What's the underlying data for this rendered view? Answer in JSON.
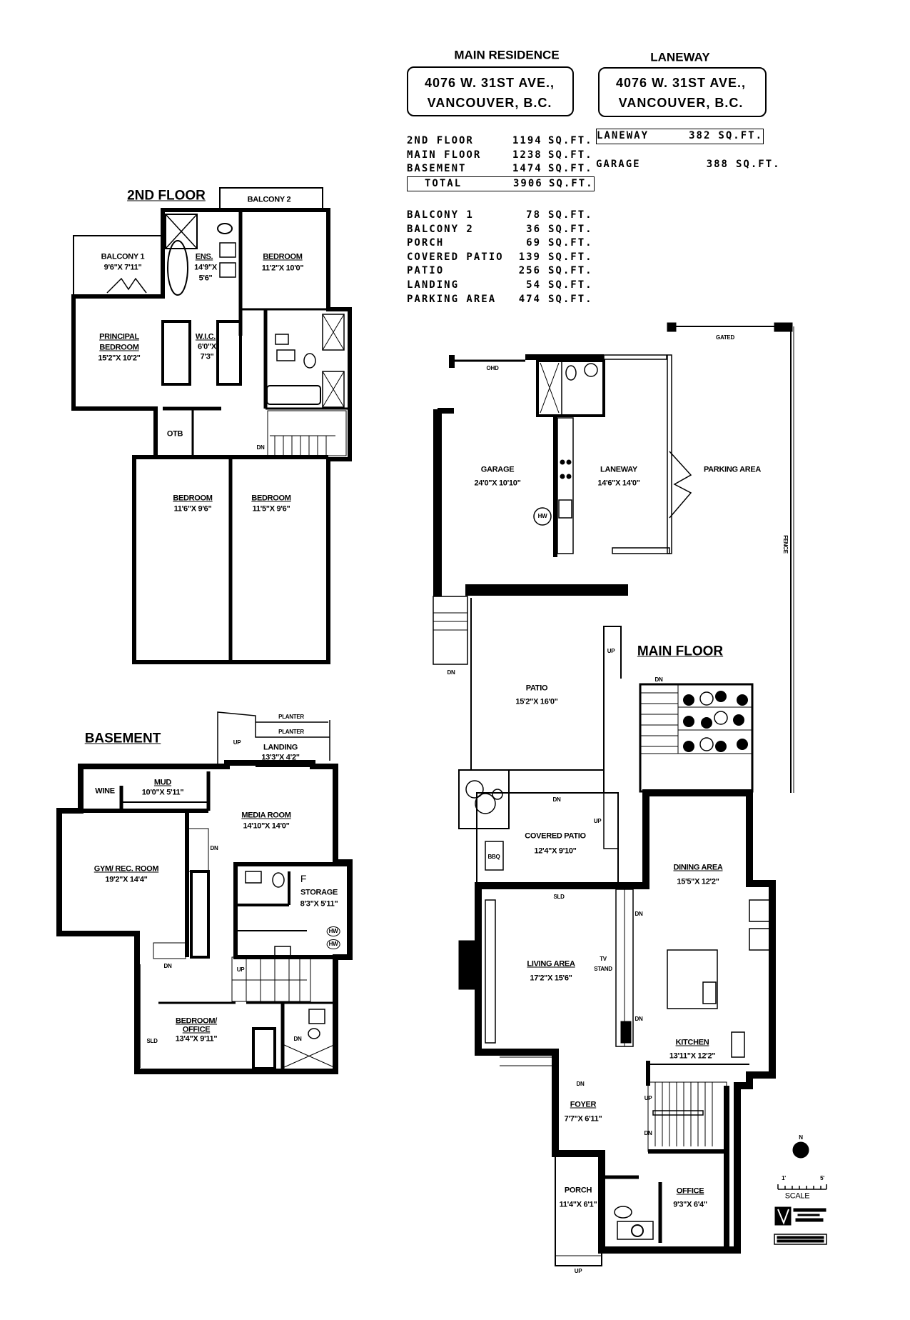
{
  "main_residence": {
    "title": "MAIN RESIDENCE",
    "address": [
      "4076 W. 31ST AVE.,",
      "VANCOUVER, B.C."
    ],
    "floor_areas": [
      {
        "label": "2ND FLOOR",
        "value": "1194",
        "unit": "SQ.FT."
      },
      {
        "label": "MAIN FLOOR",
        "value": "1238",
        "unit": "SQ.FT."
      },
      {
        "label": "BASEMENT",
        "value": "1474",
        "unit": "SQ.FT."
      }
    ],
    "total": {
      "label": "TOTAL",
      "value": "3906",
      "unit": "SQ.FT."
    },
    "other_areas": [
      {
        "label": "BALCONY 1",
        "value": "78",
        "unit": "SQ.FT."
      },
      {
        "label": "BALCONY 2",
        "value": "36",
        "unit": "SQ.FT."
      },
      {
        "label": "PORCH",
        "value": "69",
        "unit": "SQ.FT."
      },
      {
        "label": "COVERED PATIO",
        "value": "139",
        "unit": "SQ.FT."
      },
      {
        "label": "PATIO",
        "value": "256",
        "unit": "SQ.FT."
      },
      {
        "label": "LANDING",
        "value": "54",
        "unit": "SQ.FT."
      },
      {
        "label": "PARKING AREA",
        "value": "474",
        "unit": "SQ.FT."
      }
    ]
  },
  "laneway": {
    "title": "LANEWAY",
    "address": [
      "4076 W. 31ST AVE.,",
      "VANCOUVER, B.C."
    ],
    "areas": [
      {
        "label": "LANEWAY",
        "value": "382",
        "unit": "SQ.FT."
      },
      {
        "label": "GARAGE",
        "value": "388",
        "unit": "SQ.FT."
      }
    ]
  },
  "second_floor": {
    "title": "2ND FLOOR",
    "balcony2": "BALCONY 2",
    "balcony1": {
      "name": "BALCONY 1",
      "dims": "9'6\"X 7'11\""
    },
    "ensuite": {
      "name": "ENS.",
      "dims1": "14'9\"X",
      "dims2": "5'6\""
    },
    "bedroom_ne": {
      "name": "BEDROOM",
      "dims": "11'2\"X 10'0\""
    },
    "principal": {
      "name1": "PRINCIPAL",
      "name2": "BEDROOM",
      "dims": "15'2\"X 10'2\""
    },
    "wic": {
      "name": "W.I.C.",
      "dims1": "6'0\"X",
      "dims2": "7'3\""
    },
    "otb": "OTB",
    "stair": "DN",
    "bedroom_sw": {
      "name": "BEDROOM",
      "dims": "11'6\"X 9'6\""
    },
    "bedroom_se": {
      "name": "BEDROOM",
      "dims": "11'5\"X 9'6\""
    }
  },
  "basement": {
    "title": "BASEMENT",
    "planter1": "PLANTER",
    "planter2": "PLANTER",
    "landing": {
      "name": "LANDING",
      "dims": "13'3\"X 4'2\"",
      "up": "UP"
    },
    "wine": "WINE",
    "mud": {
      "name": "MUD",
      "dims": "10'0\"X 5'11\""
    },
    "media": {
      "name": "MEDIA ROOM",
      "dims": "14'10\"X 14'0\""
    },
    "gym": {
      "name": "GYM/ REC. ROOM",
      "dims": "19'2\"X 14'4\""
    },
    "storage": {
      "name": "STORAGE",
      "dims": "8'3\"X 5'11\"",
      "furnace": "F",
      "hw1": "HW",
      "hw2": "HW"
    },
    "bedroom": {
      "name1": "BEDROOM/",
      "name2": "OFFICE",
      "dims": "13'4\"X 9'11\"",
      "sld": "SLD"
    },
    "dn1": "DN",
    "dn2": "DN",
    "dn3": "DN",
    "up": "UP"
  },
  "main_floor": {
    "title": "MAIN FLOOR",
    "gated": "GATED",
    "fence": "FENCE",
    "garage": {
      "name": "GARAGE",
      "dims": "24'0\"X 10'10\"",
      "ohd": "OHD",
      "hw": "HW"
    },
    "laneway": {
      "name": "LANEWAY",
      "dims": "14'6\"X 14'0\""
    },
    "parking": "PARKING AREA",
    "patio": {
      "name": "PATIO",
      "dims": "15'2\"X 16'0\"",
      "up": "UP",
      "dn": "DN"
    },
    "garage_stair_dn": "DN",
    "planter_stair_dn": "DN",
    "covered_patio": {
      "name": "COVERED PATIO",
      "dims": "12'4\"X 9'10\"",
      "dn": "DN",
      "up": "UP",
      "bbq": "BBQ"
    },
    "dining": {
      "name": "DINING AREA",
      "dims": "15'5\"X 12'2\""
    },
    "living": {
      "name": "LIVING AREA",
      "dims": "17'2\"X 15'6\"",
      "sld": "SLD",
      "tv1": "TV",
      "tv2": "STAND",
      "dn1": "DN",
      "dn2": "DN"
    },
    "kitchen": {
      "name": "KITCHEN",
      "dims": "13'11\"X 12'2\""
    },
    "foyer": {
      "name": "FOYER",
      "dims": "7'7\"X 6'11\"",
      "dn": "DN"
    },
    "porch": {
      "name": "PORCH",
      "dims": "11'4\"X 6'1\"",
      "up": "UP"
    },
    "office": {
      "name": "OFFICE",
      "dims": "9'3\"X 6'4\""
    },
    "stair_up": "UP",
    "stair_dn": "DN"
  },
  "legend": {
    "north": "N",
    "scale_min": "1'",
    "scale_max": "5'",
    "scale_label": "SCALE"
  }
}
